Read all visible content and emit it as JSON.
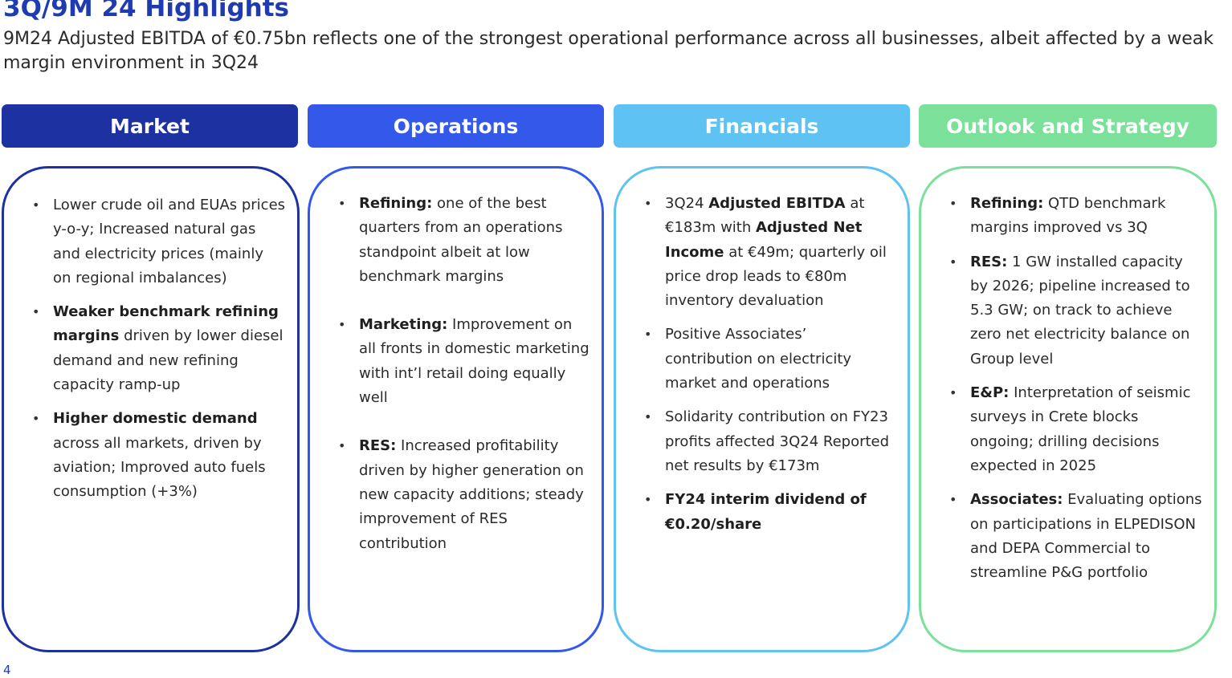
{
  "slide": {
    "title": "3Q/9M 24 Highlights",
    "subtitle": "9M24 Adjusted EBITDA of €0.75bn reflects one of the strongest operational performance across all businesses, albeit affected by a weak margin environment in 3Q24",
    "page_number": "4"
  },
  "colors": {
    "title": "#1e3bb0",
    "market": "#1d32a0",
    "operations": "#3358ea",
    "financials": "#5ec3f3",
    "outlook": "#7ae09a"
  },
  "columns": [
    {
      "header": "Market",
      "bullets": [
        {
          "bold": "",
          "text": "Lower crude oil and EUAs prices y-o-y; Increased natural gas and electricity prices (mainly on regional imbalances)"
        },
        {
          "bold": "Weaker benchmark refining margins",
          "text": " driven by lower diesel demand and new refining capacity ramp-up"
        },
        {
          "bold": "Higher domestic demand",
          "text": " across all markets, driven by aviation; Improved auto fuels consumption (+3%)"
        }
      ]
    },
    {
      "header": "Operations",
      "bullets": [
        {
          "bold": "Refining:",
          "text": " one of the best quarters from an operations standpoint albeit at low benchmark margins"
        },
        {
          "bold": "Marketing:",
          "text": " Improvement on all fronts in domestic marketing with int’l retail doing equally well"
        },
        {
          "bold": "RES:",
          "text": " Increased profitability driven by higher generation on new capacity additions; steady improvement of RES contribution"
        }
      ]
    },
    {
      "header": "Financials",
      "bullets": [
        {
          "pre": "3Q24 ",
          "bold": "Adjusted EBITDA",
          "mid": " at €183m with ",
          "bold2": "Adjusted Net Income",
          "text": " at €49m; quarterly oil price drop leads to €80m inventory devaluation"
        },
        {
          "bold": "",
          "text": "Positive Associates’ contribution on electricity market and operations"
        },
        {
          "bold": "",
          "text": "Solidarity contribution on FY23 profits affected 3Q24 Reported net results by €173m"
        },
        {
          "bold": "FY24 interim dividend of €0.20/share",
          "text": ""
        }
      ]
    },
    {
      "header": "Outlook and Strategy",
      "bullets": [
        {
          "bold": "Refining:",
          "text": " QTD benchmark margins improved vs 3Q"
        },
        {
          "bold": "RES:",
          "text": " 1 GW installed capacity by 2026; pipeline increased to 5.3 GW; on track to achieve zero net electricity balance on Group level"
        },
        {
          "bold": "E&P:",
          "text": " Interpretation of seismic surveys in Crete blocks ongoing; drilling decisions expected in 2025"
        },
        {
          "bold": "Associates:",
          "text": " Evaluating options on participations in ELPEDISON and DEPA Commercial to streamline P&G portfolio"
        }
      ]
    }
  ]
}
